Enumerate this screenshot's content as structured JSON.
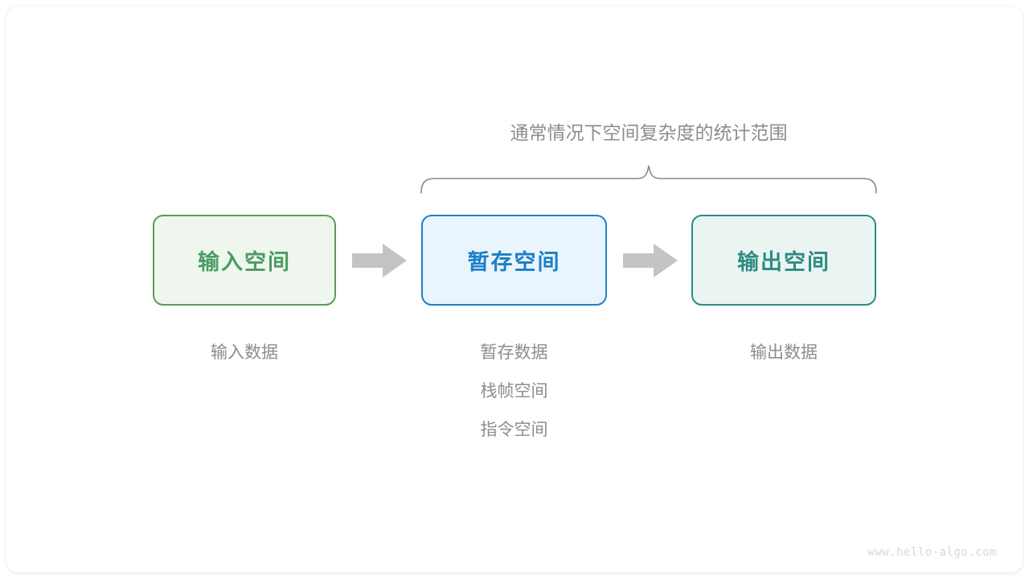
{
  "diagram": {
    "title_caption": {
      "prefix": "通常情况下",
      "emphasis": "空间复杂度",
      "suffix": "的统计范围",
      "color": "#8d8d8d"
    },
    "brace": {
      "name": "curly-brace",
      "color": "#8a8a8a"
    },
    "boxes": [
      {
        "id": "input",
        "label": "输入空间",
        "fill": "#eef6ed",
        "border": "#5b9b58",
        "text_color": "#4b9c63"
      },
      {
        "id": "temp",
        "label": "暂存空间",
        "fill": "#eaf4fc",
        "border": "#1c80c9",
        "text_color": "#1b7fc8"
      },
      {
        "id": "output",
        "label": "输出空间",
        "fill": "#eaf5f2",
        "border": "#2e8a83",
        "text_color": "#2f8b83"
      }
    ],
    "arrows": [
      {
        "id": "arrow-1",
        "color": "#c4c4c4"
      },
      {
        "id": "arrow-2",
        "color": "#c4c4c4"
      }
    ],
    "sublabels": {
      "input": [
        "输入数据"
      ],
      "temp": [
        "暂存数据",
        "栈帧空间",
        "指令空间"
      ],
      "output": [
        "输出数据"
      ],
      "color": "#8d8d8d"
    },
    "watermark": "www.hello-algo.com"
  }
}
